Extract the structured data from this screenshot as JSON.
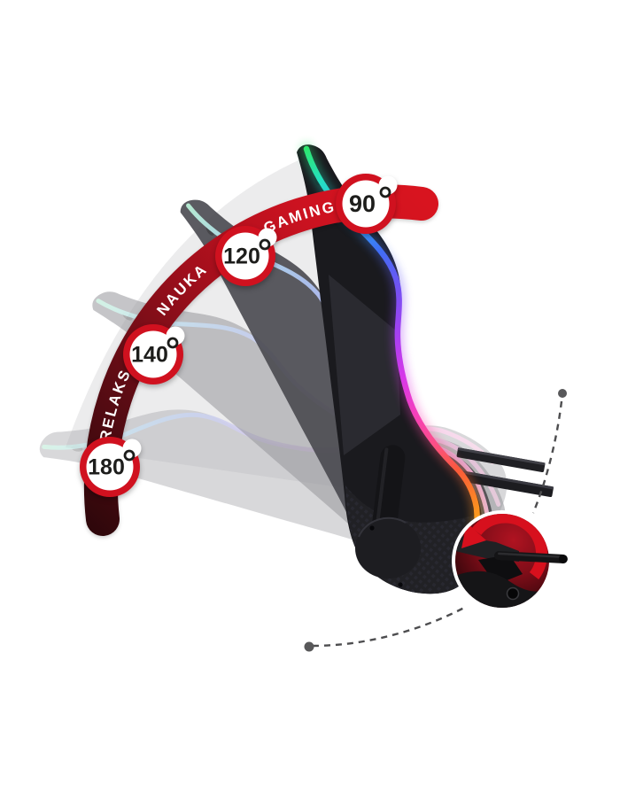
{
  "illustration": {
    "subject": "gaming-chair-recline-angles",
    "arc": {
      "zones": [
        {
          "label": "GAMING"
        },
        {
          "label": "NAUKA"
        },
        {
          "label": "RELAKS"
        }
      ]
    },
    "badges": [
      {
        "value": "90",
        "degree": "°"
      },
      {
        "value": "120",
        "degree": "°"
      },
      {
        "value": "140",
        "degree": "°"
      },
      {
        "value": "180",
        "degree": "°"
      }
    ],
    "colors": {
      "accent_red": "#d2121e",
      "dark_maroon": "#2f070b",
      "badge_ring": "#d0111f",
      "badge_text": "#1d1d1b",
      "ghost_gray": "#9a9a9f",
      "chair_black": "#1a1a1e",
      "guide_gray": "#4d4d4f",
      "led_main": [
        "#2ee76a",
        "#25e0c0",
        "#2fb9f2",
        "#3f6ef5",
        "#7750f3",
        "#a83ff2",
        "#d838e8",
        "#f43fbc",
        "#fb4f86",
        "#fa5a3a",
        "#fb8824",
        "#fcb214",
        "#f6e41c"
      ],
      "led_ghost": [
        "#b2efd2",
        "#aadcf2",
        "#a8bdf2",
        "#c0a8ee",
        "#dcaae8",
        "#f6aedd",
        "#f9c6e0"
      ]
    }
  }
}
